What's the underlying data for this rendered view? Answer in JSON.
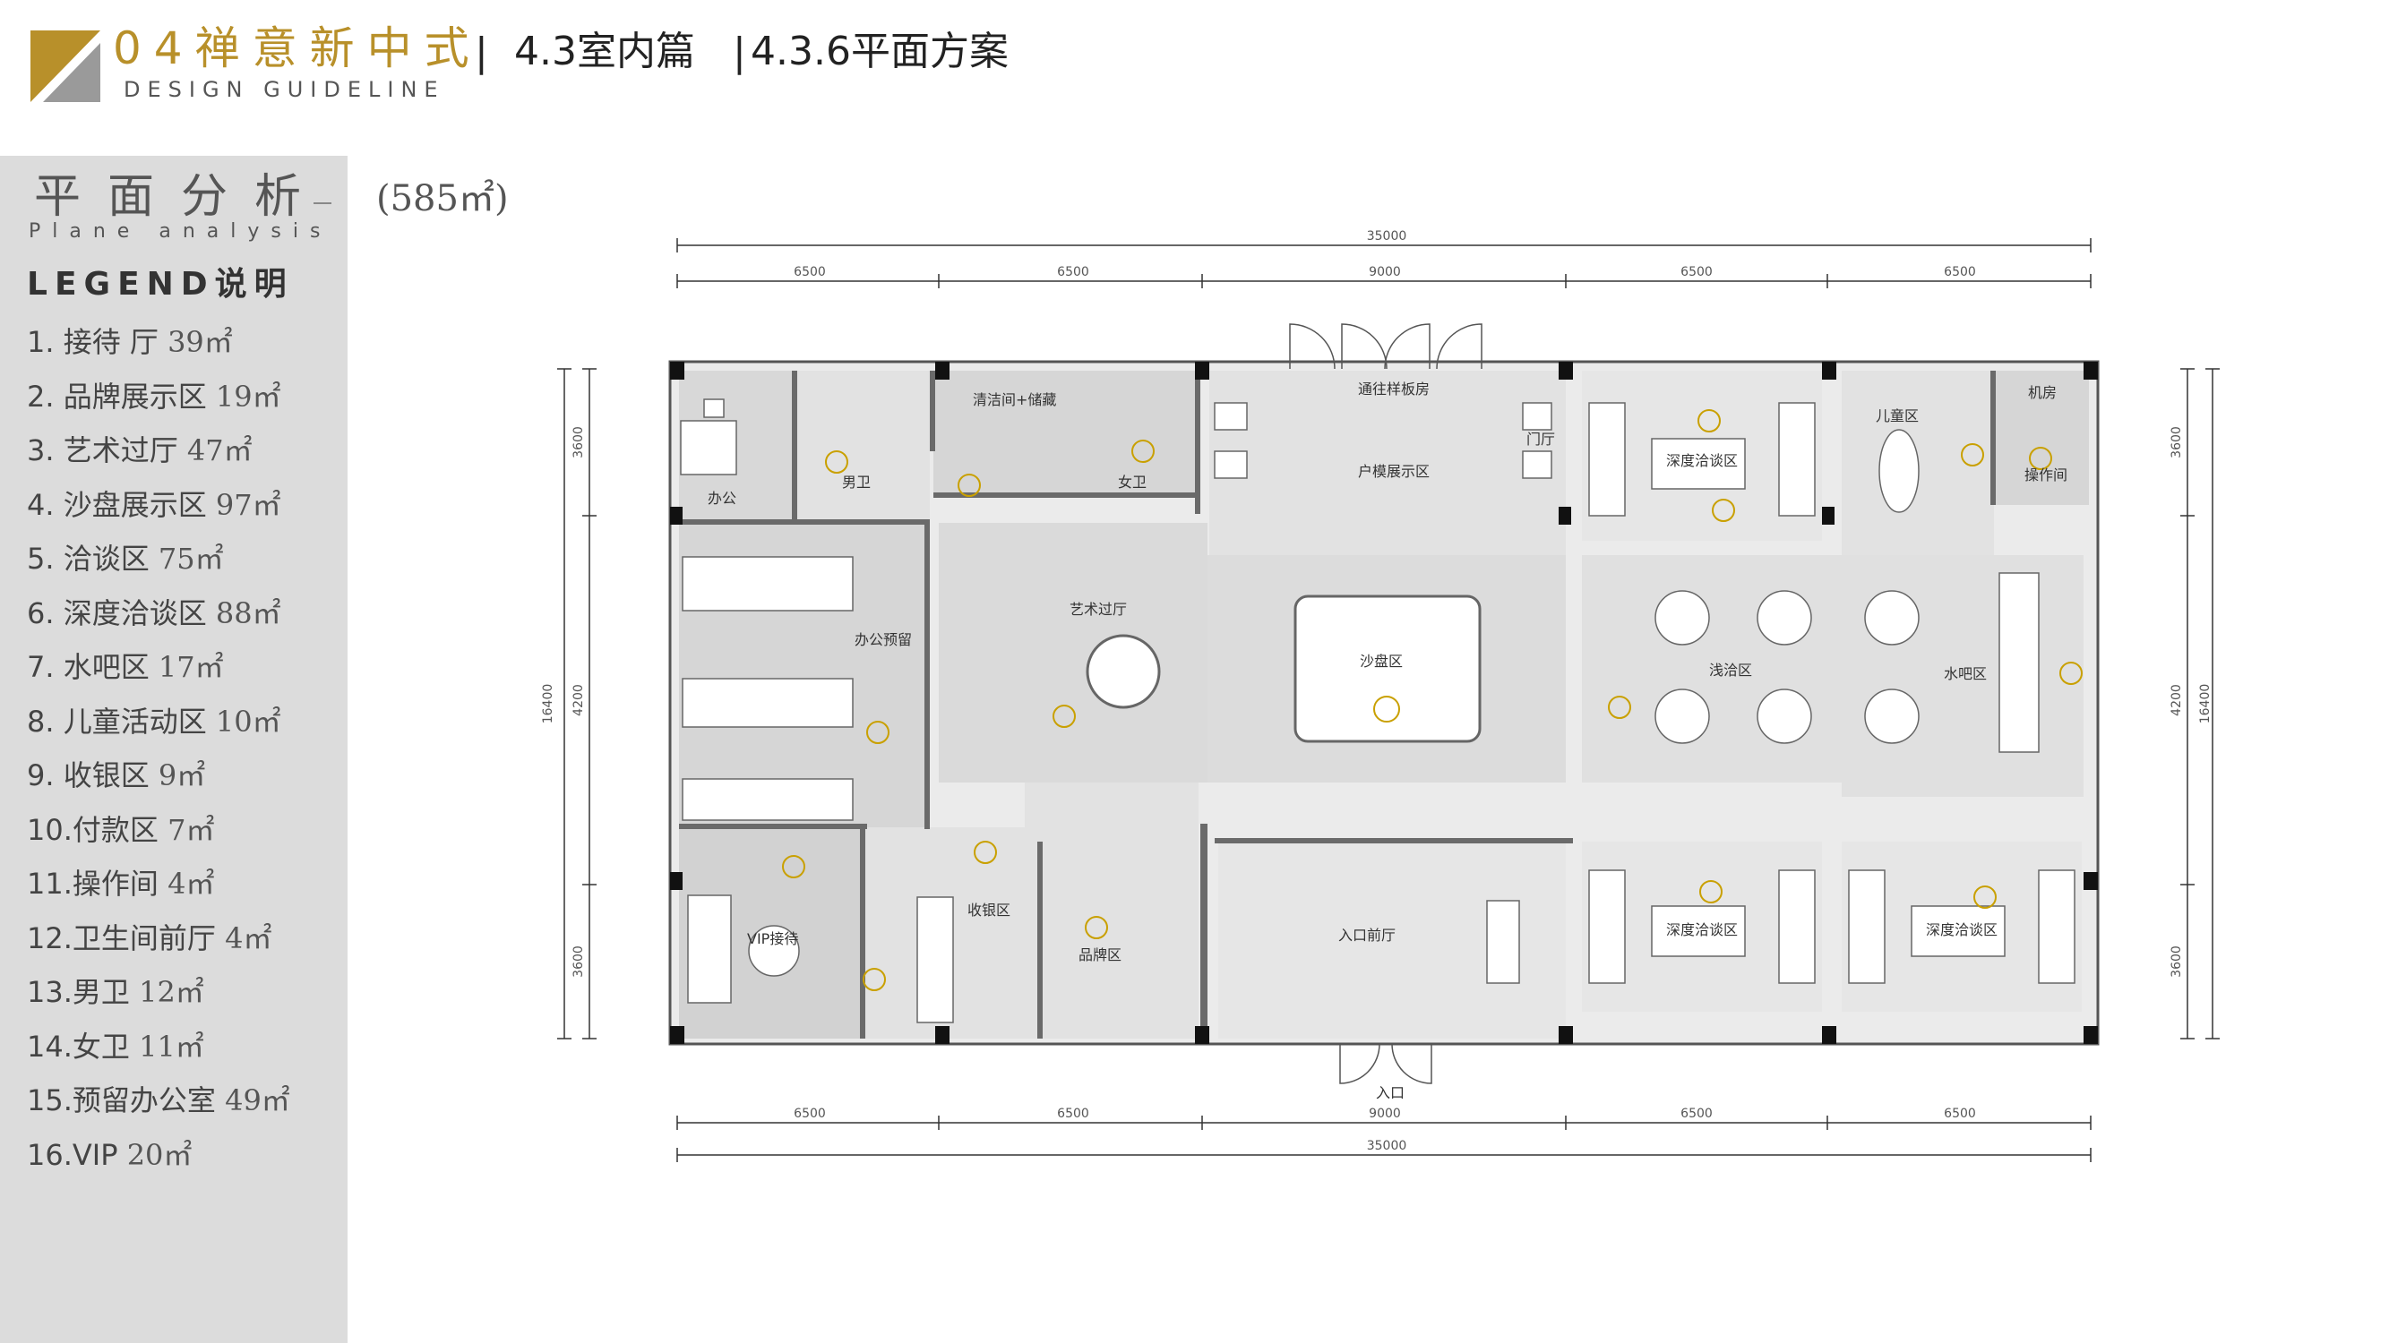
{
  "header": {
    "brand_title": "04禅意新中式",
    "brand_subtitle": "DESIGN GUIDELINE",
    "sep": "|",
    "section": "4.3室内篇",
    "subsection": "4.3.6平面方案",
    "accent_color": "#b8902a"
  },
  "sidebar": {
    "title": "平面分析",
    "subtitle": "Plane analysis",
    "legend_heading": "LEGEND说明",
    "area_total": "(585㎡)",
    "legend": [
      {
        "label": "1.  接待 厅",
        "area": "39㎡"
      },
      {
        "label": "2.  品牌展示区",
        "area": "19㎡"
      },
      {
        "label": "3.  艺术过厅",
        "area": "47㎡"
      },
      {
        "label": "4.  沙盘展示区",
        "area": "97㎡"
      },
      {
        "label": "5.  洽谈区",
        "area": "75㎡"
      },
      {
        "label": "6.  深度洽谈区",
        "area": "88㎡"
      },
      {
        "label": "7.  水吧区",
        "area": "17㎡"
      },
      {
        "label": "8.  儿童活动区",
        "area": "10㎡"
      },
      {
        "label": "9.  收银区",
        "area": "9㎡"
      },
      {
        "label": "10.付款区",
        "area": "7㎡"
      },
      {
        "label": "11.操作间",
        "area": "4㎡"
      },
      {
        "label": "12.卫生间前厅",
        "area": "4㎡"
      },
      {
        "label": "13.男卫",
        "area": "12㎡"
      },
      {
        "label": "14.女卫",
        "area": "11㎡"
      },
      {
        "label": "15.预留办公室",
        "area": "49㎡"
      },
      {
        "label": "16.VIP",
        "area": "20㎡"
      }
    ]
  },
  "plan": {
    "dims_top": [
      "6500",
      "6500",
      "9000",
      "6500",
      "6500"
    ],
    "dims_bottom": [
      "6500",
      "6500",
      "9000",
      "6500",
      "6500"
    ],
    "dim_total": "35000",
    "dims_left": [
      "3600",
      "4200",
      "3600"
    ],
    "dims_right": [
      "3600",
      "4200",
      "3600"
    ],
    "dim_height": "16400",
    "rooms": {
      "office": "办公",
      "men_wc": "男卫",
      "cleaning": "清洁间+储藏",
      "women_wc": "女卫",
      "model_passage": "通往样板房",
      "model_display": "户模展示区",
      "deep_talk_1": "深度洽谈区",
      "kids": "儿童区",
      "machine_room": "机房",
      "operation_room": "操作间",
      "reserved_office": "办公预留",
      "art_hall": "艺术过厅",
      "sand_table": "沙盘区",
      "casual_talk": "浅洽区",
      "water_bar": "水吧区",
      "vip": "VIP接待",
      "cashier": "收银区",
      "brand": "品牌区",
      "entry_hall": "入口前厅",
      "deep_talk_2": "深度洽谈区",
      "deep_talk_3": "深度洽谈区",
      "entrance": "入口",
      "door_label": "门厅"
    }
  }
}
